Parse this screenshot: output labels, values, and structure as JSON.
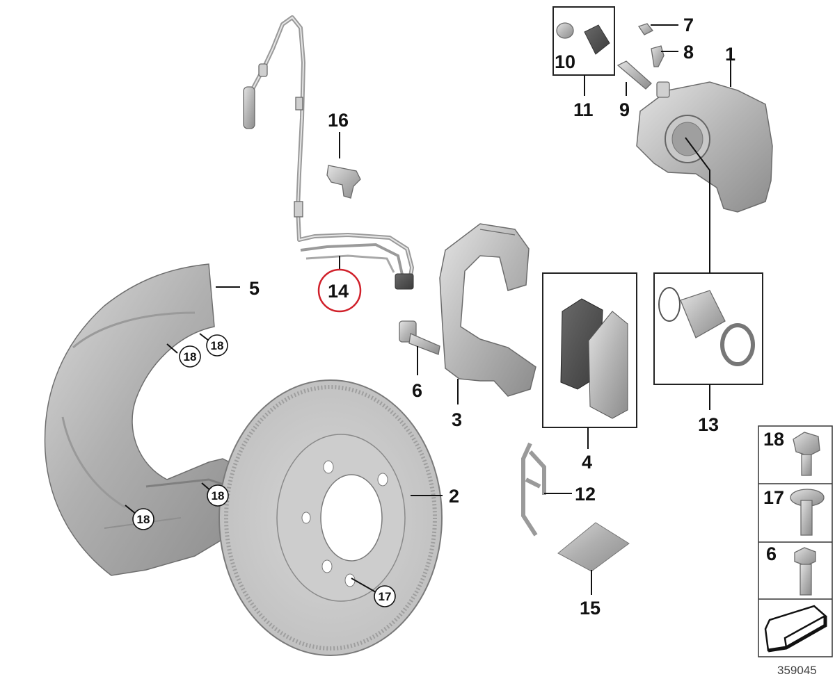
{
  "callouts": {
    "c1": "1",
    "c2": "2",
    "c3": "3",
    "c4": "4",
    "c5": "5",
    "c6": "6",
    "c7": "7",
    "c8": "8",
    "c9": "9",
    "c10": "10",
    "c11": "11",
    "c12": "12",
    "c13": "13",
    "c14": "14",
    "c15": "15",
    "c16": "16"
  },
  "circled": {
    "shield_a": "18",
    "shield_b": "18",
    "shield_c": "18",
    "shield_d": "18",
    "disc": "17"
  },
  "legend": {
    "bolt_18": "18",
    "bolt_17": "17",
    "bolt_6": "6"
  },
  "reference_number": "359045",
  "colors": {
    "highlight": "#d0202a",
    "ink": "#111111",
    "metal": "#b9b9b9",
    "metal_dark": "#8a8a8a",
    "pad_friction": "#4a4a4a"
  }
}
